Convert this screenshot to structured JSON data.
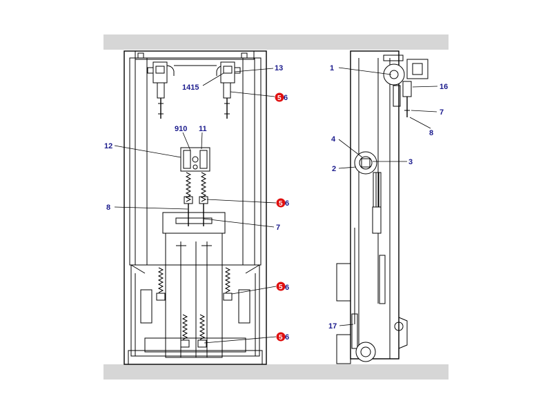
{
  "diagram": {
    "front_view": {
      "callouts": [
        {
          "id": "f13",
          "text": "13"
        },
        {
          "id": "f1415",
          "text": "1415"
        },
        {
          "id": "f6a",
          "text": "6"
        },
        {
          "id": "f910",
          "text": "910"
        },
        {
          "id": "f11",
          "text": "11"
        },
        {
          "id": "f12",
          "text": "12"
        },
        {
          "id": "f6b",
          "text": "6"
        },
        {
          "id": "f8",
          "text": "8"
        },
        {
          "id": "f7",
          "text": "7"
        },
        {
          "id": "f6c",
          "text": "6"
        },
        {
          "id": "f6d",
          "text": "6"
        }
      ],
      "badges": [
        {
          "id": "b1",
          "text": "5"
        },
        {
          "id": "b2",
          "text": "5"
        },
        {
          "id": "b3",
          "text": "5"
        },
        {
          "id": "b4",
          "text": "5"
        }
      ]
    },
    "side_view": {
      "callouts": [
        {
          "id": "s1",
          "text": "1"
        },
        {
          "id": "s16",
          "text": "16"
        },
        {
          "id": "s7",
          "text": "7"
        },
        {
          "id": "s8",
          "text": "8"
        },
        {
          "id": "s4",
          "text": "4"
        },
        {
          "id": "s3",
          "text": "3"
        },
        {
          "id": "s2",
          "text": "2"
        },
        {
          "id": "s17",
          "text": "17"
        }
      ]
    },
    "colors": {
      "callout_text": "#1a1a8c",
      "badge_fill": "#e01010",
      "band": "#d6d6d6",
      "line": "#000000"
    }
  }
}
